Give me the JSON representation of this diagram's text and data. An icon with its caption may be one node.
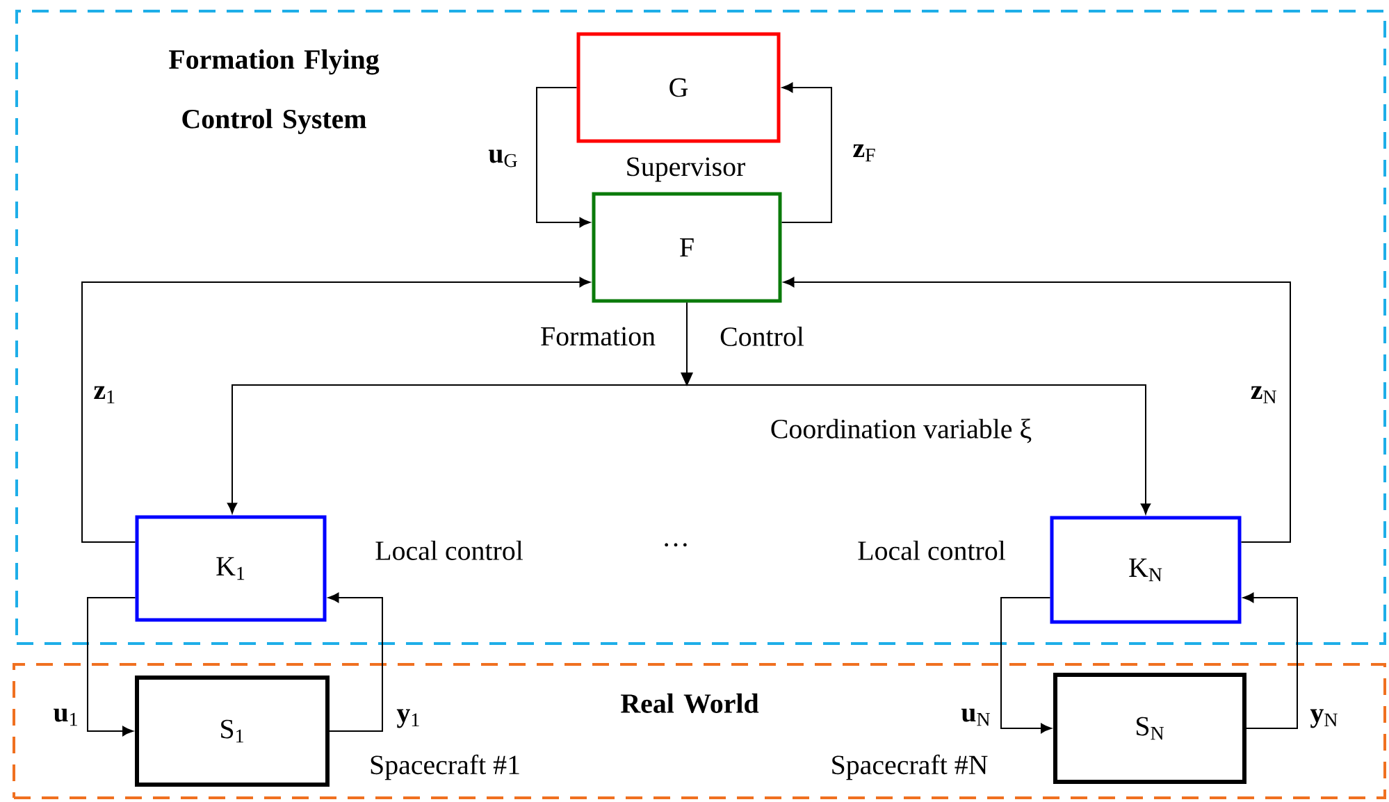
{
  "diagram": {
    "nodes": [
      {
        "text": [
          "Formation Flying Control System"
        ]
      },
      {
        "text": [
          "Real World"
        ]
      },
      {
        "text": [
          "G"
        ],
        "in": 0,
        "beside": [
          "Supervisor"
        ]
      },
      {
        "text": [
          "F"
        ],
        "in": 0,
        "beside": [
          "Formation",
          "Control"
        ]
      },
      {
        "text": [
          "K$_{1}$"
        ],
        "in": 0,
        "beside": [
          "Local control"
        ]
      },
      {
        "text": [
          "K$_{N}$"
        ],
        "in": 0,
        "beside": [
          "Local control"
        ]
      },
      {
        "text": [
          "S$_{1}$"
        ],
        "in": 1,
        "beside": [
          "Spacecraft #1"
        ]
      },
      {
        "text": [
          "S$_{N}$"
        ],
        "in": 1,
        "beside": [
          "Spacecraft #N"
        ]
      }
    ],
    "edges": [
      {
        "from": 2,
        "to": 3,
        "arrow": "to",
        "label": "**u**$_{G}$"
      },
      {
        "from": 3,
        "to": 2,
        "arrow": "to",
        "label": "**z**$_{F}$"
      },
      {
        "from": 4,
        "to": 3,
        "arrow": "to",
        "label": "**z**$_{1}$"
      },
      {
        "from": 5,
        "to": 3,
        "arrow": "to",
        "label": "**z**$_{N}$"
      },
      {
        "from": 3,
        "to": 4,
        "arrow": "to"
      },
      {
        "from": 3,
        "to": 5,
        "arrow": "to",
        "label": "Coordination variable ξ"
      },
      {
        "from": 4,
        "to": 6,
        "arrow": "to",
        "label": "**u**$_{1}$"
      },
      {
        "from": 6,
        "to": 4,
        "arrow": "to",
        "label": "**y**$_{1}$"
      },
      {
        "from": 5,
        "to": 7,
        "arrow": "to",
        "label": "**u**$_{N}$"
      },
      {
        "from": 7,
        "to": 5,
        "arrow": "to",
        "label": "**y**$_{N}$"
      }
    ],
    "labels": [
      "…"
    ]
  }
}
